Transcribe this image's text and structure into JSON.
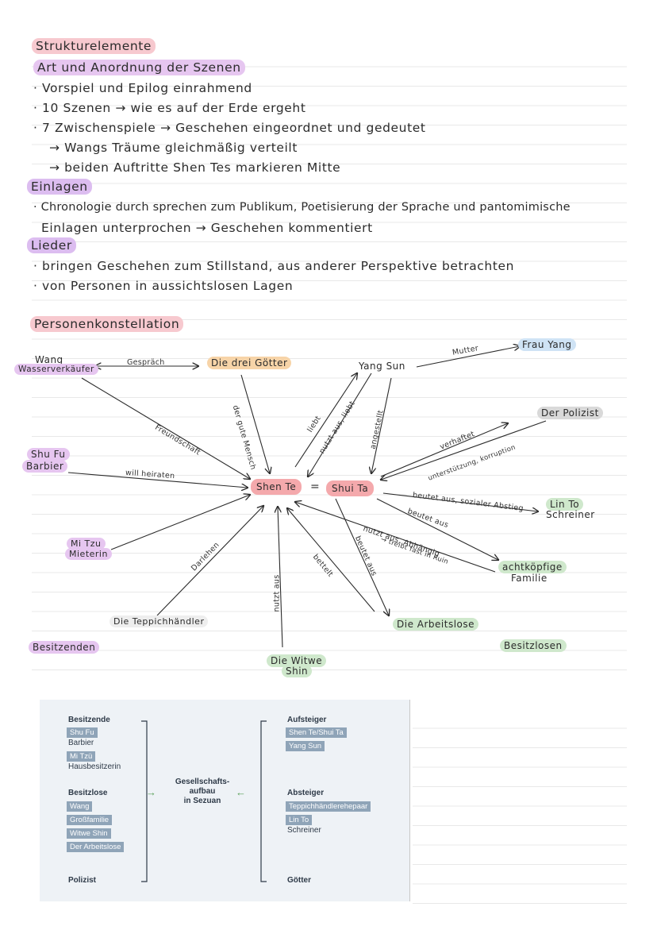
{
  "notes": {
    "struktur_title": "Strukturelemente",
    "art_title": "Art und Anordnung der Szenen",
    "lines1": [
      "· Vorspiel und Epilog einrahmend",
      "· 10 Szenen → wie es auf der Erde ergeht",
      "· 7 Zwischenspiele → Geschehen eingeordnet und gedeutet",
      "→ Wangs Träume gleichmäßig verteilt",
      "→ beiden Auftritte Shen Tes markieren Mitte"
    ],
    "einlagen_title": "Einlagen",
    "einlagen_lines": [
      "· Chronologie durch sprechen zum Publikum, Poetisierung der Sprache und pantomimische",
      "Einlagen unterprochen → Geschehen kommentiert"
    ],
    "lieder_title": "Lieder",
    "lieder_lines": [
      "· bringen Geschehen zum Stillstand, aus anderer Perspektive betrachten",
      "· von Personen in aussichtslosen Lagen"
    ],
    "personen_title": "Personenkonstellation"
  },
  "diagram": {
    "nodes": {
      "wang": "Wang",
      "wang_sub": "Wasserverkäufer",
      "goetter": "Die drei Götter",
      "yangsun": "Yang Sun",
      "fraiyang": "Frau Yang",
      "polizist": "Der Polizist",
      "shufu": "Shu Fu",
      "shufu_sub": "Barbier",
      "shente": "Shen Te",
      "equals": "=",
      "shuita": "Shui Ta",
      "linto": "Lin To",
      "linto_sub": "Schreiner",
      "mitzu": "Mi Tzu",
      "mitzu_sub": "Mieterin",
      "achtkoepfige": "achtköpfige",
      "achtkoepfige_sub": "Familie",
      "teppich": "Die Teppichhändler",
      "arbeitslose": "Die Arbeitslose",
      "witwe": "Die Witwe",
      "witwe_sub": "Shin",
      "besitzenden": "Besitzenden",
      "besitzlosen": "Besitzlosen"
    },
    "edges": {
      "gespraech": "Gespräch",
      "mutter": "Mutter",
      "freundschaft": "Freundschaft",
      "derguteMensch": "der gute Mensch",
      "liebt": "liebt",
      "nutztausliebt": "nutzt aus, liebt",
      "angestellt": "angestellt",
      "verhaftet": "verhaftet",
      "unterstuetzung": "unterstützung, korruption",
      "willheiraten": "will heiraten",
      "beutetaus1": "beutet aus, sozialer Abstieg",
      "beutetaus2": "beutet aus",
      "nutztaus1": "nutzt aus, Abhängig",
      "nutztaus2": "→ treibt fast in Ruin",
      "darlehen": "Darlehen",
      "nutztaus3": "nutzt aus",
      "bettelt": "bettelt",
      "beutetaus3": "beutet aus"
    }
  },
  "panel": {
    "besitzende": "Besitzende",
    "shufu": "Shu Fu",
    "barbier": "Barbier",
    "mitzu": "Mi Tzü",
    "hausbesitzerin": "Hausbesitzerin",
    "besitzlose": "Besitzlose",
    "wang": "Wang",
    "grossfamilie": "Großfamilie",
    "witweshin": "Witwe Shin",
    "arbeitslose": "Der Arbeitslose",
    "polizist": "Polizist",
    "center1": "Gesellschafts-",
    "center2": "aufbau",
    "center3": "in Sezuan",
    "aufsteiger": "Aufsteiger",
    "shenteshuita": "Shen Te/Shui Ta",
    "yangsun": "Yang Sun",
    "absteiger": "Absteiger",
    "teppichpaar": "Teppichhändlerehepaar",
    "linto": "Lin To",
    "schreiner": "Schreiner",
    "goetter": "Götter",
    "arrow_left": "→",
    "arrow_right": "←"
  }
}
